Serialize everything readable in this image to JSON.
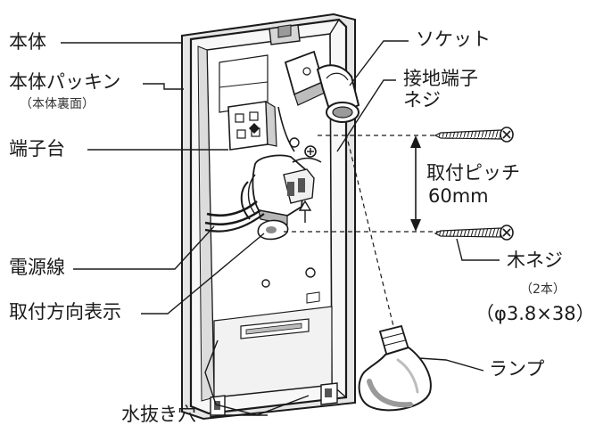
{
  "labels": {
    "body": "本体",
    "body_gasket": "本体パッキン",
    "body_gasket_note": "（本体裏面）",
    "terminal_block": "端子台",
    "power_cable": "電源線",
    "mount_direction": "取付方向表示",
    "drain_hole": "水抜き穴",
    "socket": "ソケット",
    "ground_screw_line1": "接地端子",
    "ground_screw_line2": "ネジ",
    "pitch_line1": "取付ピッチ",
    "pitch_line2": "60mm",
    "wood_screw": "木ネジ",
    "wood_screw_qty": "（2本）",
    "wood_screw_spec": "（φ3.8×38）",
    "lamp": "ランプ"
  },
  "colors": {
    "line": "#1a1a1a",
    "body_fill": "#f7f7f7",
    "shade": "#cfcfcf",
    "dark_shade": "#8a8a8a"
  }
}
